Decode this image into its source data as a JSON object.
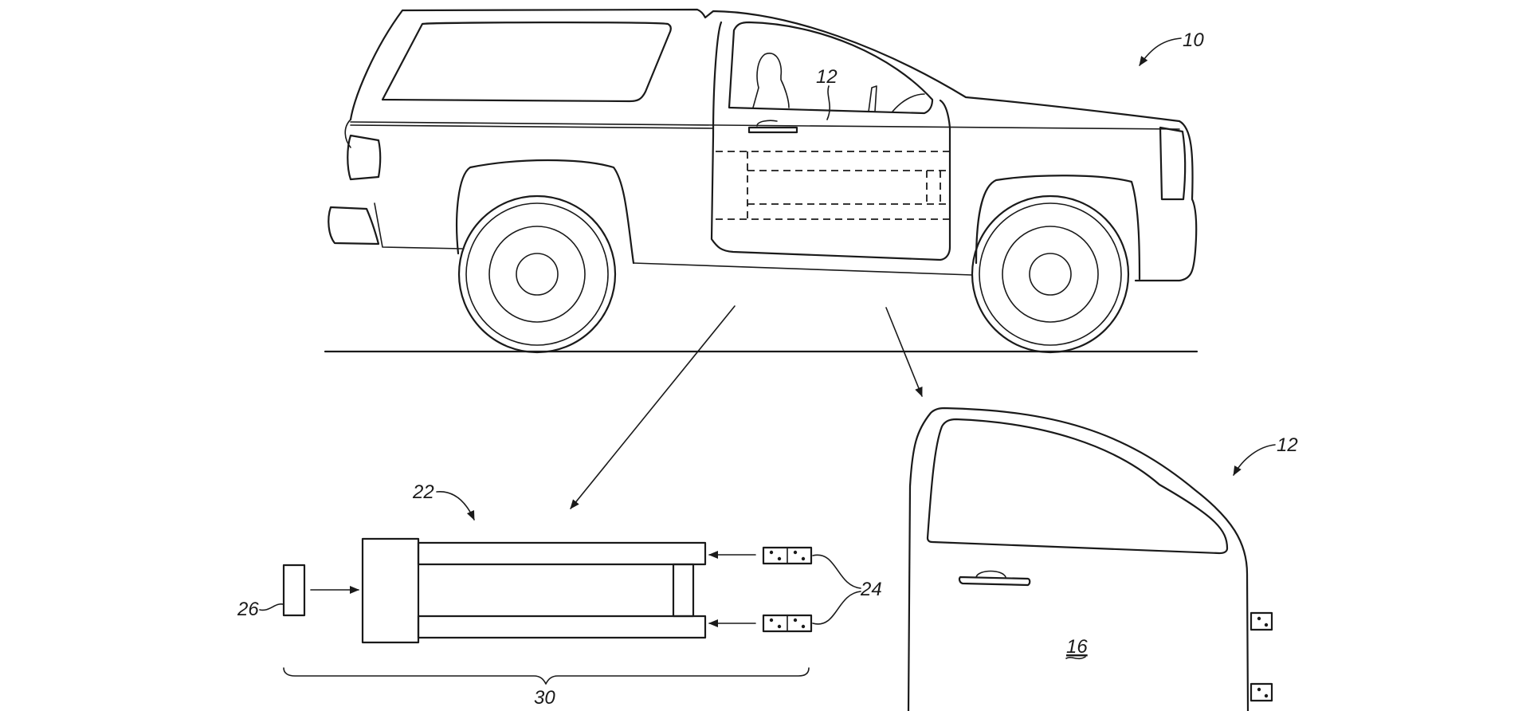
{
  "figure": {
    "refs": {
      "vehicle": "10",
      "door_on_vehicle": "12",
      "door_detail": "12",
      "door_panel": "16",
      "beam_assembly": "22",
      "hinges": "24",
      "component": "26",
      "kit": "30"
    }
  }
}
